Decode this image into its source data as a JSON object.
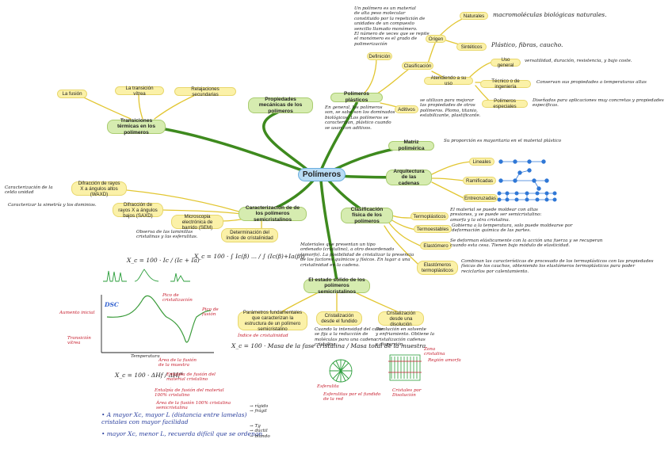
{
  "center": "Polímeros",
  "propiedades": "Propiedades mecánicas de los polímeros",
  "transiciones": "Transiciones térmicas en los polímeros",
  "fusion": "La fusión",
  "vitrea": "La transición vítrea",
  "secundarias": "Relajaciones secundarias",
  "plasticos": "Polímeros plásticos",
  "definicion": "Definición",
  "origen": "Origen",
  "naturales": "Naturales",
  "sinteticos": "Sintéticos",
  "clasificacion": "Clasificación",
  "atendiendo": "Atendiendo a su uso",
  "uso_general": "Uso general",
  "tecnico": "Técnico o de ingeniería",
  "especiales": "Polímeros especiales",
  "aditivos": "Aditivos",
  "matriz": "Matriz polimérica",
  "arquitectura": "Arquitectura de las cadenas",
  "lineales": "Lineales",
  "ramificadas": "Ramificadas",
  "entrecruzadas": "Entrecruzadas",
  "clasif_fisica": "Clasificación física de los polímeros",
  "termoplasticos": "Termoplásticos",
  "termoestables": "Termoestables",
  "elastomero": "Elastómero",
  "elast_termo": "Elastómeros termoplásticos",
  "caracterizacion": "Caracterización de de los polímeros semicristalinos",
  "waxd": "Difracción de rayos X a ángulos altos (WAXD)",
  "saxd": "Difracción de rayos X a ángulos bajos (SAXD)",
  "sem": "Microscopia electrónica de barrido (SEM)",
  "grado": "Determinación del índice de cristalinidad",
  "estado_solido": "El estado sólido de los polímeros semicristalinos",
  "parametros": "Parámetros fundamentales que caracterizan la estructura de un polímero semicristalino",
  "cris_fundido": "Cristalización desde el fundido",
  "cris_disolucion": "Cristalización desde una disolución",
  "notes": {
    "n_def": "Un polímero es un material\nde alta peso molecular\nconstituido por la repetición de\nunidades de un compuesto\nsencillo llamado monómero.\nEl número de veces que se repite\nel monómero es el grado de\npolimerización",
    "n_nat": "macromoléculas biológicas naturales.",
    "n_sint": "Plástico, fibras, caucho.",
    "n_usog": "versatilidad, duración, resistencia, y bajo coste.",
    "n_tec": "Conservan sus propiedades a temperaturas altas",
    "n_esp": "se utilizan para mejorar\nlas propiedades de otros\npolímeros. Plomo, titanio,\nestabilizante, plastificante.",
    "n_esp2": "Diseñados para aplicaciones muy concretas y propiedades específicas.",
    "n_plast": "En general, los polímeros\nson, se sabe son los dominados\nbiológicos. Los polímeros se\ncaracterizan, plástico cuando\nse usan con aditivos.",
    "n_matriz": "Su proporción es mayoritaria en el material plástico",
    "n_termo": "El material se puede moldear con altas\npresiones, y se puede ser semicristalino:\namorfa y la otra cristalina.",
    "n_termoest": "Gobierna a la temperatura, solo puede moldearse por\ndeformación química de las partes.",
    "n_elast": "Se deforman elásticamente con la acción una fuerza y se recuperan\ncuando esta cesa. Tienen bajo módulo de elasticidad.",
    "n_elast_t": "Combinan las características de procesado de los termoplásticos con las propiedades\nfísicas de los cauchos, obteniendo los elastómeros termoplásticos para poder\nreciclarlos por calentamiento.",
    "n_waxd": "Caracterización de la\ncelda unidad",
    "n_saxd": "Caracterizar la simetría y los dominios.",
    "n_sem": "Observa de las laminillas\ncristalinas y las esferulitas.",
    "n_solido": "Materiales que presentan un tipo\nordenado (cristalino), a otro desordenado\n(amorfo). La posibilidad de cristalizar la presencia\nde los factores químicos y físicos. En lugar a una\ncristalinidad en la cadena.",
    "n_param": "Índice de cristalinidad",
    "n_fundido": "Cuando la intensidad del calor\nse fija a la reducción de\nmoléculas para una cadena\ncristalina.",
    "n_disol": "Disolución en solvente\ny enfriamiento. Obtiene la\ncristalización cadenas\ny dispersión.",
    "n_xc1": "X_c = 100 · Ic / (Ic + Ia)",
    "n_xc2": "X_c = 100 · ∫ Ic(β) ... / ∫ (Ic(β)+Ia(β))",
    "n_xc3": "X_c = 100 · Masa de la fase cristalina / Masa total de la muestra",
    "n_xc4": "X_c = 100 · ΔHf / ΔHf°",
    "n_dsc": "DSC",
    "n_temp": "Temperatura",
    "n_rojo1": "Aumento inicial",
    "n_rojo2": "Pico de\ncristalización",
    "n_rojo3": "Pico de\nfusión",
    "n_rojo4": "Transición\nvítrea",
    "n_rojo5": "Área de la fusión\nde la muestra",
    "n_rojo6": "Entalpía de fusión del\nmaterial cristalino",
    "n_rojo7": "Entalpía de fusión del material\n100% cristalino",
    "n_rojo8": "Área de la fusión 100% cristalina\nsemicristalina",
    "n_bullet1": "• A mayor Xc, mayor L (distancia entre lamelas)\n   cristales con mayor facilidad",
    "n_bullet2": "• mayor Xc, menor L, recuerda difícil que se ordenan",
    "n_branch1": "→ rígido\n→ frágil",
    "n_branch2": "→ Tg\n→ dúctil\n→ blando",
    "n_esfer": "Esferulita",
    "n_fund_red": "Esferulitas por el fundido\nde la red",
    "n_dis_red": "Cristales por\nDisolución",
    "n_lam": "Zona\ncristalina",
    "n_amorf": "Región amorfa",
    "n_lineas": "Región amorfa"
  }
}
